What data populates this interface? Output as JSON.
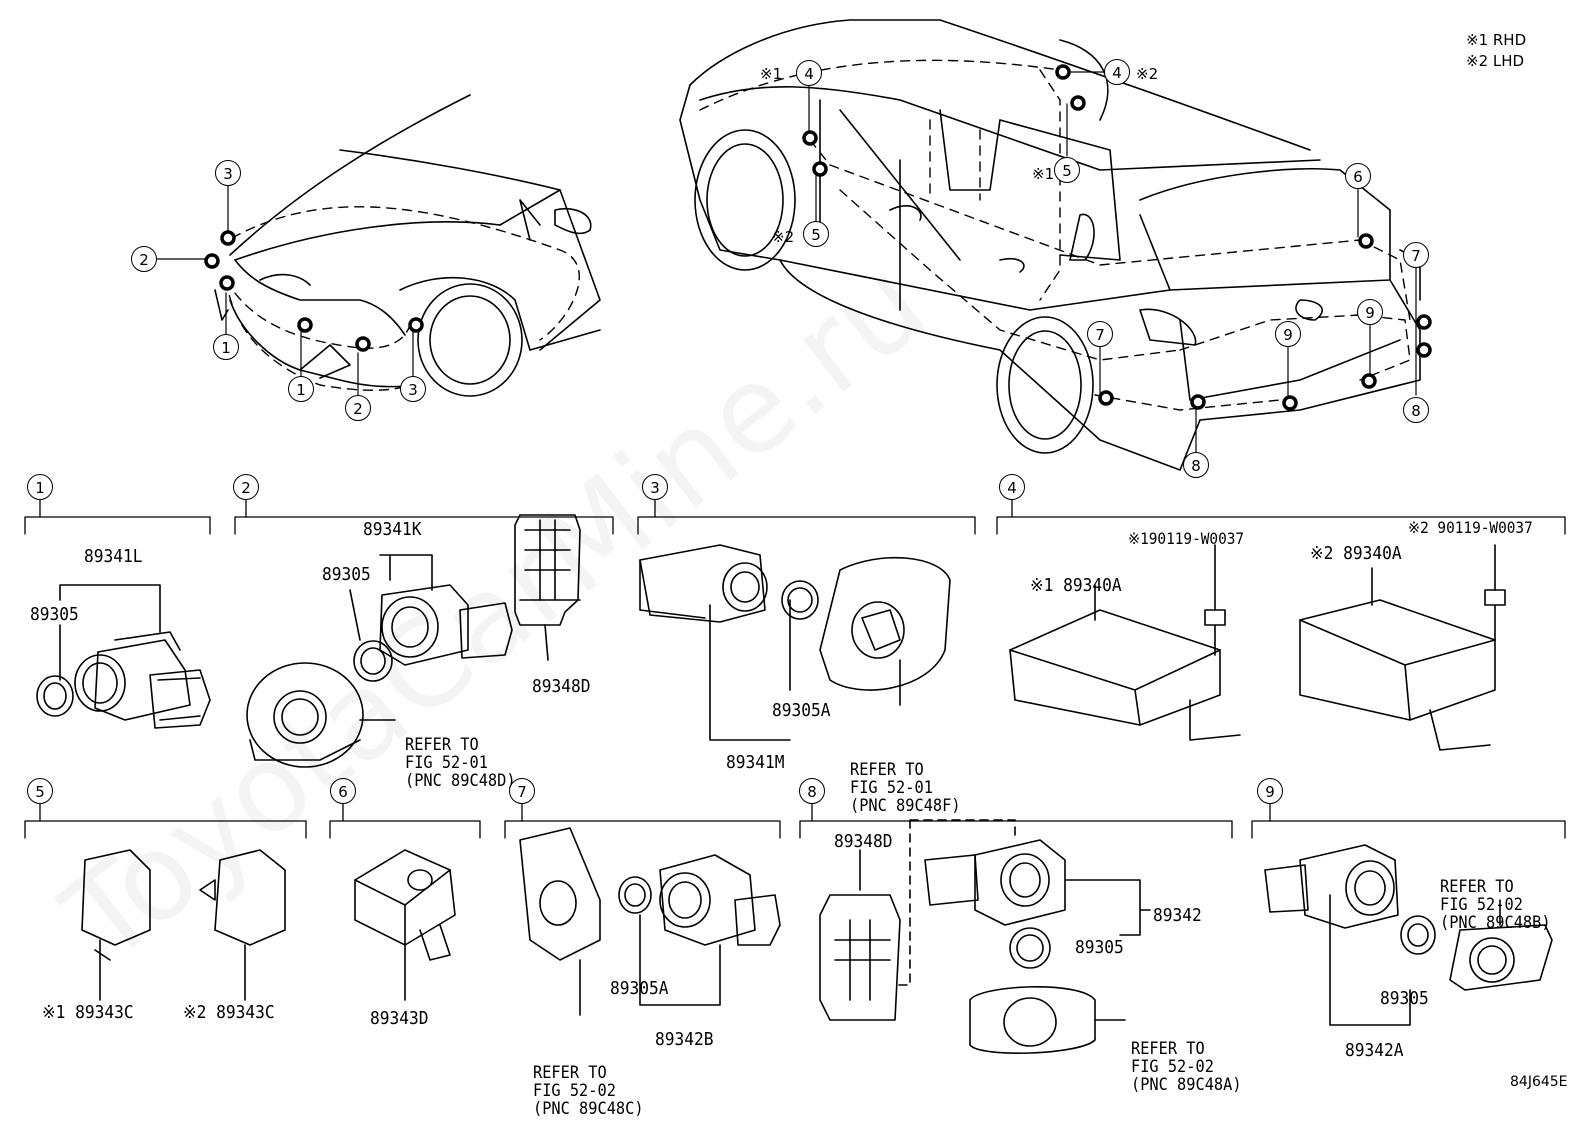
{
  "legend": {
    "rhd": "※1 RHD",
    "lhd": "※2 LHD"
  },
  "watermark": "ToyotaCarMine.ru",
  "figure_code": "84J645E",
  "callouts": {
    "c1": "1",
    "c2": "2",
    "c3": "3",
    "c4": "4",
    "c5": "5",
    "c6": "6",
    "c7": "7",
    "c8": "8",
    "c9": "9"
  },
  "marks": {
    "m1": "※1",
    "m2": "※2"
  },
  "groups": {
    "g1": {
      "assy": "89341L",
      "part": "89305"
    },
    "g2": {
      "assy": "89341K",
      "part": "89305",
      "bracket": "89348D",
      "refer": [
        "REFER TO",
        "FIG 52-01",
        "(PNC 89C48D)"
      ]
    },
    "g3": {
      "part": "89305A",
      "assy": "89341M",
      "refer": [
        "REFER TO",
        "FIG 52-01",
        "(PNC 89C48F)"
      ]
    },
    "g4": {
      "bolt1": "※190119-W0037",
      "ecu1": "※1 89340A",
      "bolt2": "※2 90119-W0037",
      "ecu2": "※2 89340A"
    },
    "g5": {
      "s1": "※1 89343C",
      "s2": "※2 89343C"
    },
    "g6": {
      "part": "89343D"
    },
    "g7": {
      "part": "89305A",
      "assy": "89342B",
      "refer": [
        "REFER TO",
        "FIG 52-02",
        "(PNC 89C48C)"
      ]
    },
    "g8": {
      "bracket": "89348D",
      "assy": "89342",
      "part": "89305",
      "refer": [
        "REFER TO",
        "FIG 52-02",
        "(PNC 89C48A)"
      ]
    },
    "g9": {
      "part": "89305",
      "assy": "89342A",
      "refer": [
        "REFER TO",
        "FIG 52-02",
        "(PNC 89C48B)"
      ]
    }
  }
}
